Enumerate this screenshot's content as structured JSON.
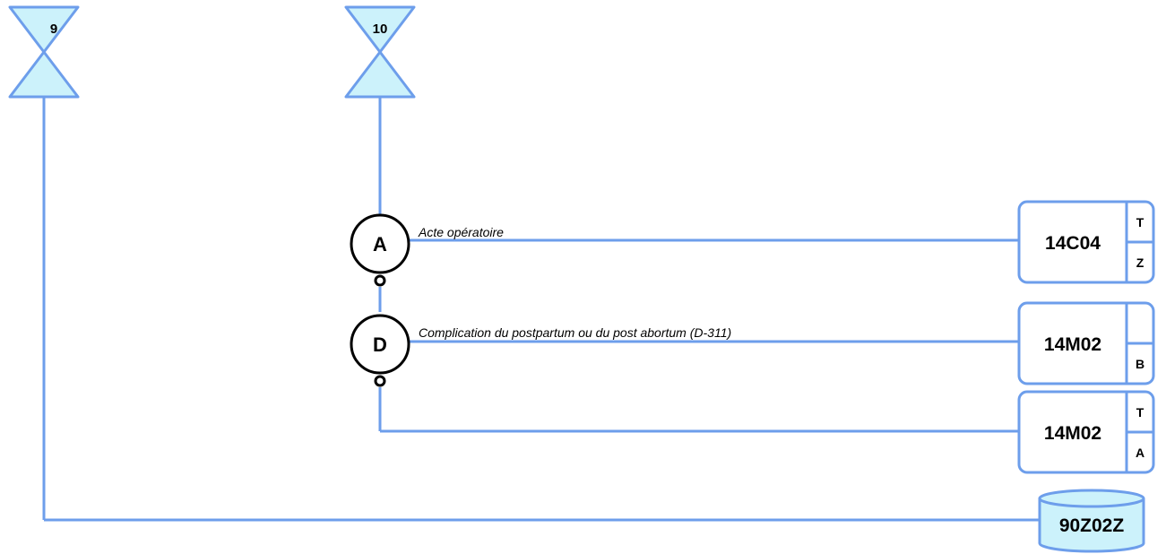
{
  "colors": {
    "line": "#6d9eeb",
    "hourglass_fill": "#ccf2fb",
    "box_fill": "#ffffff",
    "cylinder_fill": "#ccf2fb",
    "node_fill": "#ffffff",
    "node_stroke": "#000000",
    "text": "#000000"
  },
  "entries": [
    {
      "label": "9"
    },
    {
      "label": "10"
    }
  ],
  "decisions": [
    {
      "letter": "A",
      "caption": "Acte opératoire"
    },
    {
      "letter": "D",
      "caption": "Complication du postpartum ou du post abortum (D-311)"
    }
  ],
  "ghm_boxes": [
    {
      "code": "14C04",
      "top": "T",
      "bottom": "Z"
    },
    {
      "code": "14M02",
      "top": "",
      "bottom": "B"
    },
    {
      "code": "14M02",
      "top": "T",
      "bottom": "A"
    }
  ],
  "terminal": {
    "code": "90Z02Z"
  }
}
